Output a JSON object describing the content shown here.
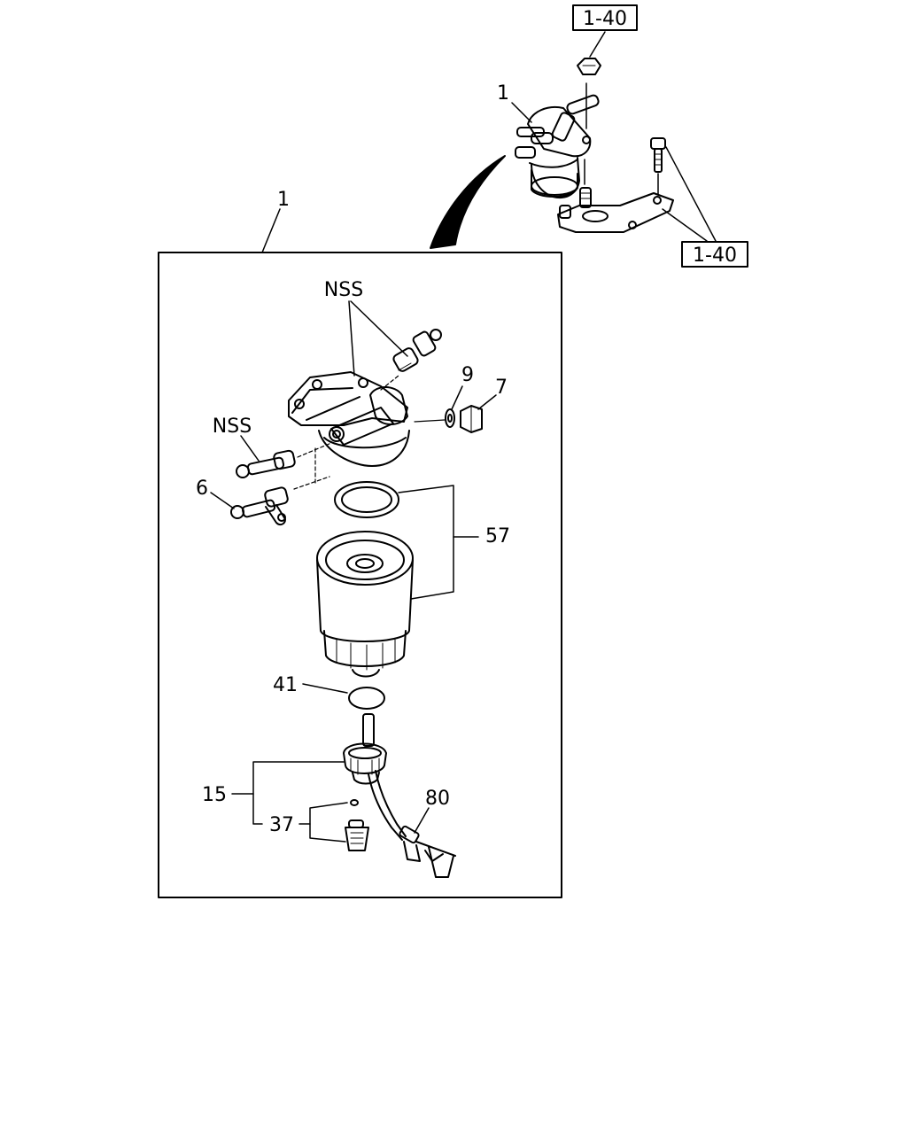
{
  "refs": {
    "top_ref": "1-40",
    "right_ref": "1-40"
  },
  "labels": {
    "assembly_top": "1",
    "assembly_box": "1",
    "nss_upper": "NSS",
    "nss_left": "NSS",
    "part_9": "9",
    "part_7": "7",
    "part_6": "6",
    "part_57": "57",
    "part_41": "41",
    "part_15": "15",
    "part_37": "37",
    "part_80": "80"
  }
}
